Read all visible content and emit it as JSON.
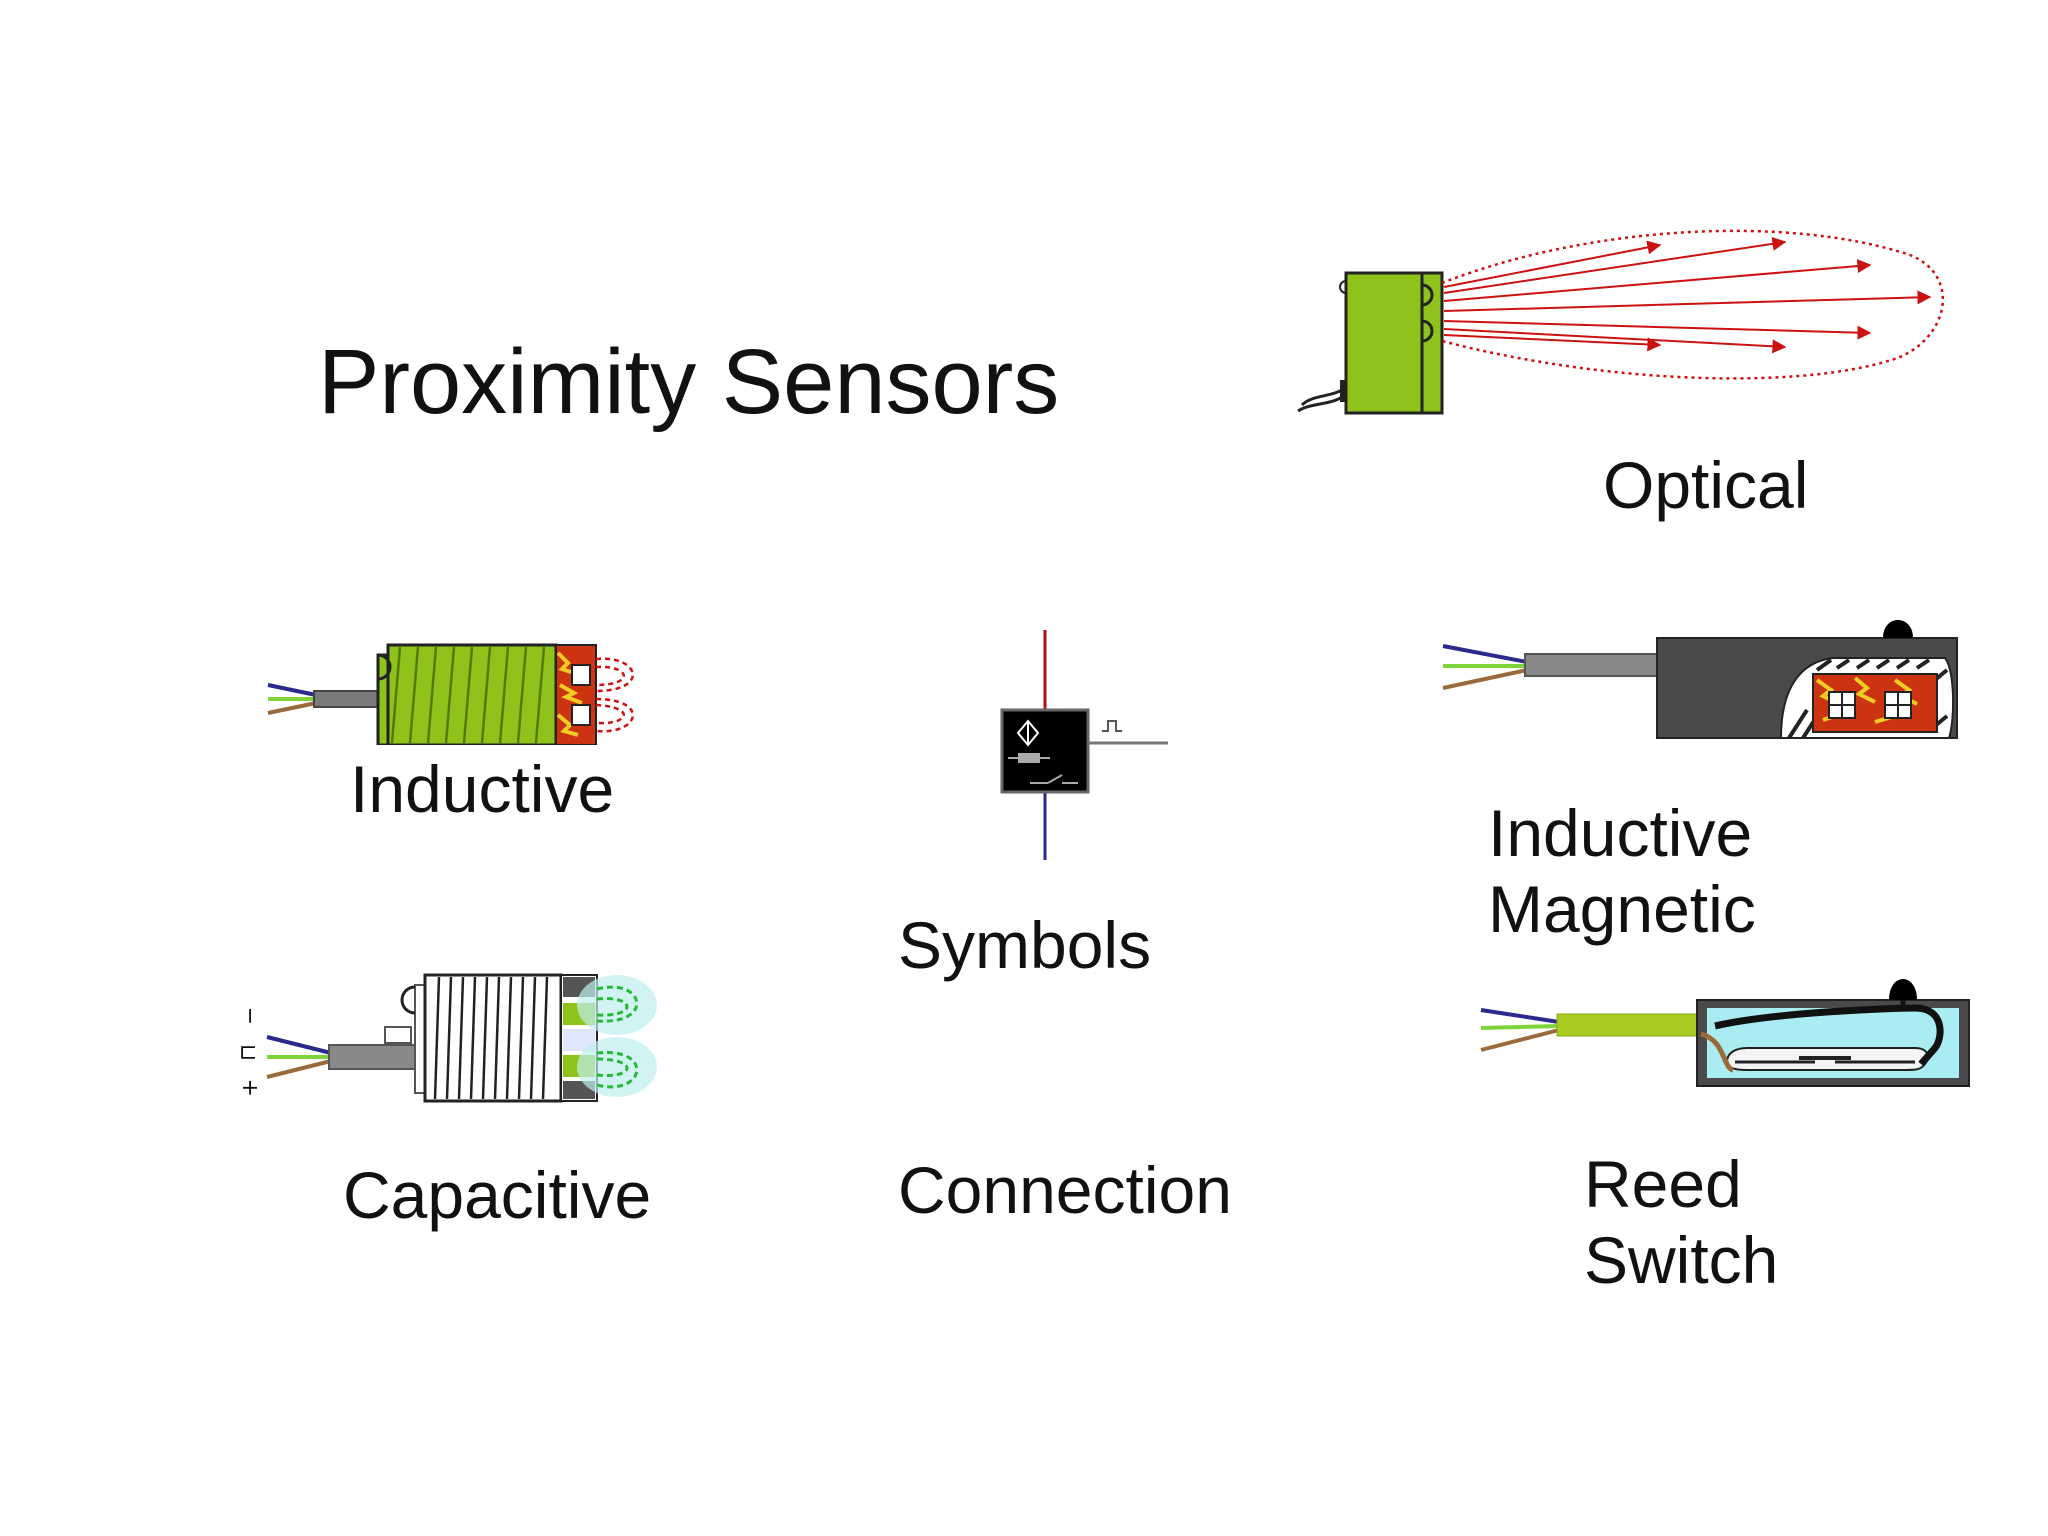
{
  "title": "Proximity Sensors",
  "labels": {
    "optical": "Optical",
    "inductive": "Inductive",
    "symbols": "Symbols",
    "capacitive": "Capacitive",
    "connection": "Connection",
    "inductive_magnetic": [
      "Inductive",
      "Magnetic"
    ],
    "reed_switch": [
      "Reed",
      "Switch"
    ]
  },
  "capacitive_terminals": [
    "−",
    "⊓",
    "+"
  ],
  "colors": {
    "sensor_green": "#8fc21a",
    "beam_red": "#cc1111",
    "field_green": "#22bb33",
    "wire_blue": "#2a2a8c",
    "wire_green": "#7fd43a",
    "wire_brown": "#9a6b3a",
    "body_dark": "#4a4a4c",
    "reed_cyan": "#a9ecf2"
  },
  "icons": [
    "optical-sensor-icon",
    "inductive-sensor-icon",
    "proximity-symbol-icon",
    "capacitive-sensor-icon",
    "inductive-magnetic-sensor-icon",
    "reed-switch-icon"
  ]
}
